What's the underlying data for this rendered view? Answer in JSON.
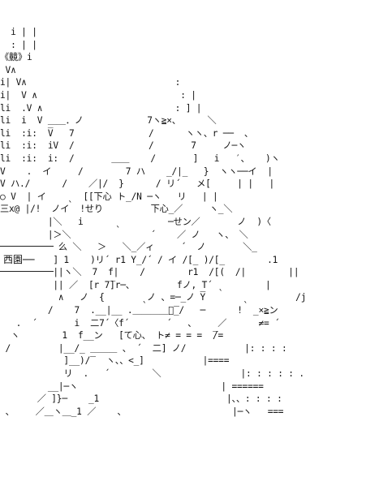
{
  "artwork": {
    "lines": [
      "  i | |",
      "  : | |",
      "《竸》i",
      " V∧",
      "i| V∧                            :",
      "i|  V ∧                           : |",
      "li  .V ∧                         : ] |",
      "li  i  V ＿＿．ノ            7ヽ≧×、     ＼",
      "li  :i:  V̅   7              /      ヽヽ、r ──  、",
      "li  :i:  iV  /              /       7     ノ─ヽ",
      "li  :i:  i:  /       ＿＿    /       ]   i   ′、   )ヽ",
      "V    .  イ     /        7 ハ    _/|_   }  ヽヽ──イ  |",
      "V ハ./      /    ／|/  }      / リ´   メ[     | |   |",
      "○ V  | イ    ˎ  [[下心 ト_/N ─ヽ   リ   | |",
      "三x@ |/!  ノイ  !せり         下心_／     ヽ_＼",
      "         |＼   i      ˎ         ─せン／       ノ  )〈",
      "         |＞＼               ´    ／ ノ   ヽ、 ＼",
      "           么 ＼   ＞   ＼_／ィ     ´  ノ       ＼_",
      "          ] 1    )リ´ r1 Y_/´ / イ /[_ )/[_        .1",
      "          ||ヽ＼  7  f|    /        r1  /[(  /|        ||",
      "          || ／  [r 7̅̅]r─、        fノ, T´ ˎ        |",
      "           ∧   ノ  {       ˎノ 、=─_ノ Y̅̅       ˎ         /j",
      "         /    7  .__|__ .＿＿＿＿／̅̅_/   ─      !  _×≧ン",
      "   .  ´       i  二7´〈f´       ´   、    ／      ≠= ´",
      "  ヽ        1  f__ン   [て心、 ト≠ = = =  ̅̅/=",
      " /         |__/_ ＿＿＿ 、 ´  二] ノ/           |: : : :",
      "            ]__)/̅̅̅̅   ヽ、、<_]           |====",
      "            リ  .   ´        ＼               |: : : : : .",
      "         __|─ヽ                           | ======",
      "       ／ ]}─    _1                        |、、: : : :",
      " 、    ／＿ヽ＿_1 ／    、                    |─ヽ   ===",
      ""
    ],
    "nameplate": "西園──"
  }
}
